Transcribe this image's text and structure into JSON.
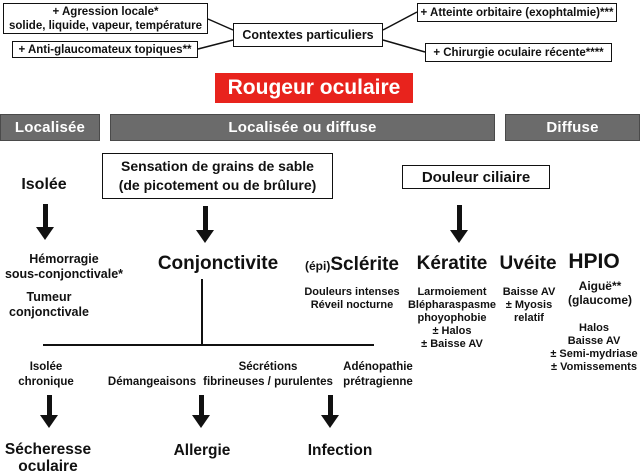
{
  "colors": {
    "accent_red": "#e8231d",
    "band_gray": "#6b6b6b",
    "ink": "#111111"
  },
  "contexts": {
    "center": "Contextes particuliers",
    "agression": {
      "line1": "+ Agression locale*",
      "line2": "solide, liquide, vapeur, température"
    },
    "anti_glaucomateux": "+ Anti-glaucomateux topiques**",
    "atteinte_orbitaire": "+ Atteinte orbitaire (exophtalmie)***",
    "chirurgie_oculaire": "+ Chirurgie oculaire récente****"
  },
  "title": "Rougeur oculaire",
  "bands": {
    "left": "Localisée",
    "center": "Localisée ou diffuse",
    "right": "Diffuse"
  },
  "localisee": {
    "symptom": "Isolée",
    "hemorragie": {
      "line1": "Hémorragie",
      "line2": "sous-conjonctivale*"
    },
    "tumeur": {
      "line1": "Tumeur",
      "line2": "conjonctivale"
    }
  },
  "centre": {
    "symptom": {
      "line1": "Sensation de grains de sable",
      "line2": "(de picotement ou de brûlure)"
    },
    "diagnosis": "Conjonctivite",
    "criteria": {
      "isolee": {
        "line1": "Isolée",
        "line2": "chronique"
      },
      "demangeaisons": "Démangeaisons",
      "secretions": {
        "line1": "Sécrétions",
        "line2": "fibrineuses / purulentes"
      },
      "adenopathie": {
        "line1": "Adénopathie",
        "line2": "prétragienne"
      }
    },
    "outcomes": {
      "secheresse": {
        "line1": "Sécheresse",
        "line2": "oculaire"
      },
      "allergie": "Allergie",
      "infection": "Infection"
    }
  },
  "droite": {
    "symptom": "Douleur ciliaire",
    "sclerite": {
      "prefix": "(épi)",
      "name": "Sclérite",
      "signs": [
        "Douleurs intenses",
        "Réveil nocturne"
      ]
    },
    "keratite": {
      "name": "Kératite",
      "signs": [
        "Larmoiement",
        "Blépharaspasme",
        "phoyophobie",
        "± Halos",
        "± Baisse AV"
      ]
    },
    "uveite": {
      "name": "Uvéite",
      "signs": [
        "Baisse AV",
        "± Myosis",
        "relatif"
      ]
    },
    "hpio": {
      "name": "HPIO",
      "subtitle": {
        "line1": "Aiguë**",
        "line2": "(glaucome)"
      },
      "signs": [
        "Halos",
        "Baisse AV",
        "± Semi-mydriase",
        "± Vomissements"
      ]
    }
  }
}
